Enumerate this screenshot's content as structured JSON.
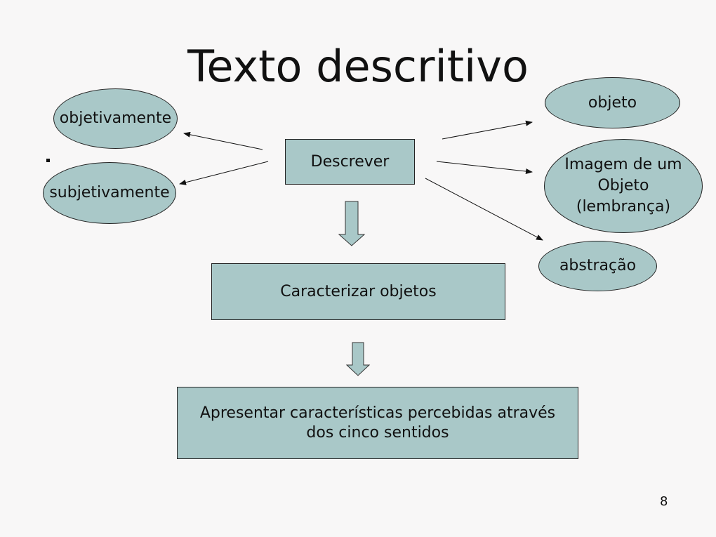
{
  "slide": {
    "title": "Texto descritivo",
    "page_number": "8",
    "colors": {
      "background": "#f8f7f7",
      "shape_fill": "#a9c8c8",
      "stroke": "#222222",
      "text": "#111111"
    }
  },
  "nodes": {
    "center": "Descrever",
    "left": [
      "objetivamente",
      "subjetivamente"
    ],
    "right": {
      "objeto": "objeto",
      "imagem": [
        "Imagem de um",
        "Objeto",
        "(lembrança)"
      ],
      "abstracao": "abstração"
    },
    "step2": "Caracterizar objetos",
    "step3": [
      "Apresentar características percebidas através",
      "dos cinco sentidos"
    ]
  },
  "edges": [
    {
      "from": "Descrever",
      "to": "objetivamente"
    },
    {
      "from": "Descrever",
      "to": "subjetivamente"
    },
    {
      "from": "Descrever",
      "to": "objeto"
    },
    {
      "from": "Descrever",
      "to": "Imagem de um Objeto (lembrança)"
    },
    {
      "from": "Descrever",
      "to": "abstração"
    },
    {
      "from": "Descrever",
      "to": "Caracterizar objetos",
      "style": "block-arrow"
    },
    {
      "from": "Caracterizar objetos",
      "to": "Apresentar características percebidas através dos cinco sentidos",
      "style": "block-arrow"
    }
  ]
}
